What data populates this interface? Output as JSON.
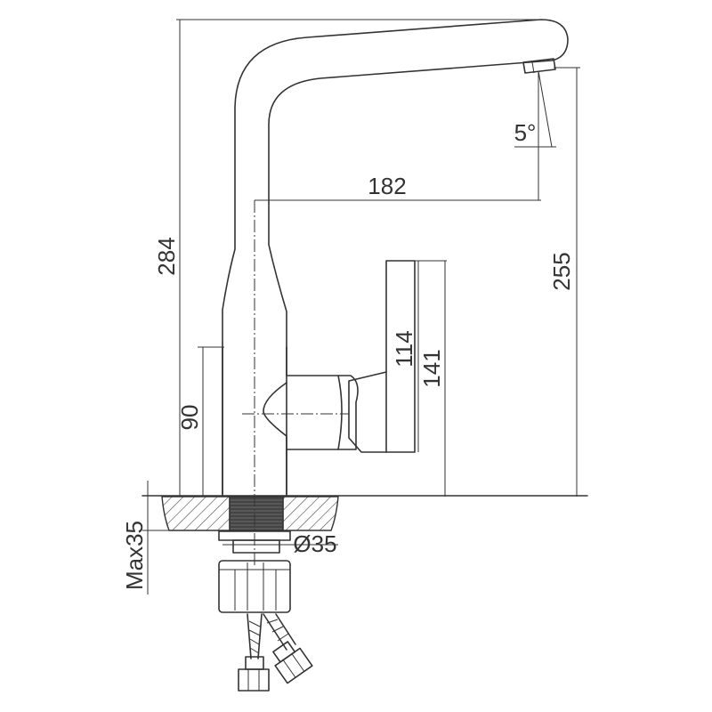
{
  "dimensions": {
    "total_height": "284",
    "spout_height": "255",
    "spout_reach": "182",
    "handle_height_inner": "114",
    "handle_height_outer": "141",
    "body_height": "90",
    "spout_angle": "5°",
    "hole_diameter": "Ø35",
    "max_counter_thickness": "Max35"
  },
  "colors": {
    "line": "#333333",
    "hatch": "#555555",
    "hole_fill": "#444444",
    "background": "#ffffff"
  }
}
